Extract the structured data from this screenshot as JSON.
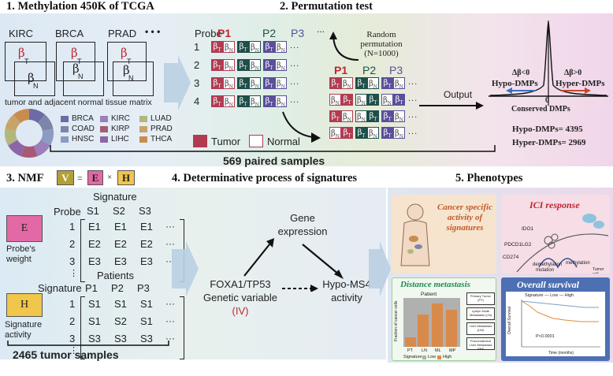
{
  "section1": {
    "title": "1. Methylation 450K of TCGA",
    "cancers": [
      "KIRC",
      "BRCA",
      "PRAD"
    ],
    "ellipsis": "• • •",
    "beta_t": "β",
    "sub_t": "T",
    "sub_n": "N",
    "caption": "tumor and adjacent normal tissue matrix",
    "legend": [
      {
        "label": "BRCA",
        "color": "#6d6aa8"
      },
      {
        "label": "COAD",
        "color": "#7d86a8"
      },
      {
        "label": "HNSC",
        "color": "#8a9cc4"
      },
      {
        "label": "KIRC",
        "color": "#9a7fb8"
      },
      {
        "label": "KIRP",
        "color": "#a75a78"
      },
      {
        "label": "LIHC",
        "color": "#8c66a6"
      },
      {
        "label": "LUAD",
        "color": "#b2b77e"
      },
      {
        "label": "PRAD",
        "color": "#c8a46a"
      },
      {
        "label": "THCA",
        "color": "#c98c4f"
      }
    ]
  },
  "section2": {
    "title": "2. Permutation test",
    "probe_label": "Probe",
    "patients": [
      "P1",
      "P2",
      "P3"
    ],
    "row_nums": [
      "1",
      "2",
      "3",
      "4"
    ],
    "dots": "...",
    "random_perm": "Random permutation",
    "perm_n": "(N=1000)",
    "tumor_label": "Tumor",
    "normal_label": "Normal",
    "output_label": "Output",
    "dist": {
      "neg_delta": "Δβ<0",
      "hypo": "Hypo-DMPs",
      "pos_delta": "Δβ>0",
      "hyper": "Hyper-DMPs",
      "zero": "0",
      "conserved": "Conserved DMPs",
      "hypo_count": "Hypo-DMPs= 4395",
      "hyper_count": "Hyper-DMPs= 2969"
    },
    "paired": "569 paired samples"
  },
  "section3": {
    "title": "3. NMF",
    "V": "V",
    "eq": "=",
    "E": "E",
    "times": "×",
    "H": "H",
    "E_caption": "Probe's weight",
    "H_caption": "Signature activity",
    "signature_header": "Signature",
    "probe_label": "Probe",
    "sig_cols": [
      "S1",
      "S2",
      "S3"
    ],
    "rows_E": [
      [
        "1",
        "E1",
        "E1",
        "E1"
      ],
      [
        "2",
        "E2",
        "E2",
        "E2"
      ],
      [
        "3",
        "E3",
        "E3",
        "E3"
      ]
    ],
    "patients_header": "Patients",
    "signature_label": "Signature",
    "pat_cols": [
      "P1",
      "P2",
      "P3"
    ],
    "rows_H": [
      [
        "1",
        "S1",
        "S1",
        "S1"
      ],
      [
        "2",
        "S1",
        "S2",
        "S1"
      ],
      [
        "3",
        "S3",
        "S3",
        "S3"
      ]
    ],
    "tumor_samples": "2465 tumor samples",
    "hdots": "···",
    "vdots": "⋮"
  },
  "section4": {
    "title": "4. Determinative process of signatures",
    "gene": "Gene",
    "expression": "expression",
    "foxa": "FOXA1/TP53",
    "genetic": "Genetic variable",
    "iv": "(IV)",
    "hypo": "Hypo-MS4",
    "activity": "activity"
  },
  "section5": {
    "title": "5. Phenotypes",
    "cancer_specific": "Cancer specific activity of signatures",
    "ici": "ICI response",
    "ici_labels": [
      "IDO1",
      "PDCD1LG2",
      "CD274",
      "demethylation",
      "methylation",
      "mutation",
      "Tumor cell"
    ],
    "distance": "Distance metastasis",
    "dist_patient": "Patient",
    "dist_legend": [
      "Primary Tumor (PT)",
      "Lymph Node Metastasis (LN)",
      "Liver Metastasis (LM)",
      "Post-treatment Liver Metastasis (MP)"
    ],
    "dist_x": [
      "PT",
      "LN",
      "ML",
      "MP"
    ],
    "dist_ylabel": "Fraction of cancer cells",
    "dist_sig": "Signature",
    "dist_low": "Low",
    "dist_high": "High",
    "overall": "Overall survival",
    "os_legend": "Signature — Low — High",
    "os_p": "P<0.0001",
    "os_ylabel": "Overall Survival",
    "os_xlabel": "Time (months)"
  },
  "colors": {
    "tumor": "#b13c52",
    "p2": "#1e4f4a",
    "p3": "#5a4f9a",
    "red_text": "#c0242f",
    "purple_text": "#5a4f9a",
    "green_text": "#1e4f4a"
  }
}
